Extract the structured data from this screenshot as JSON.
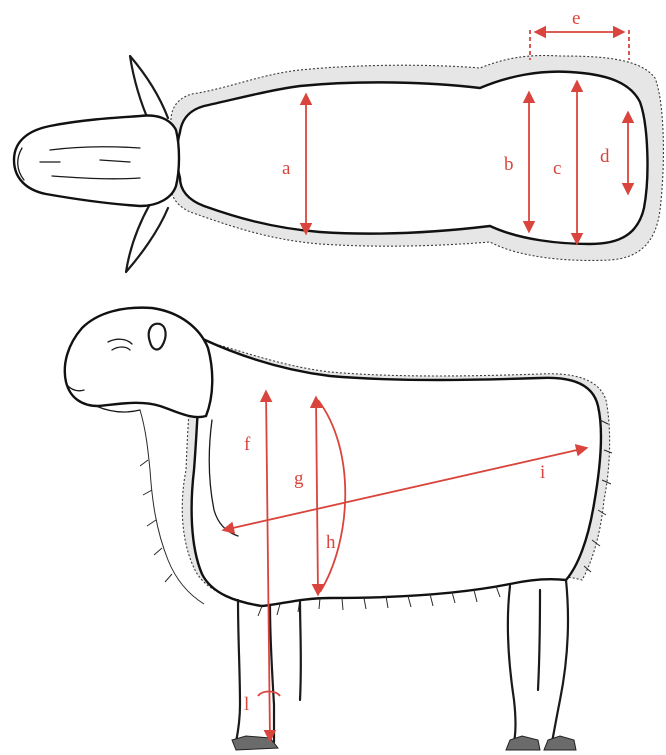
{
  "figure": {
    "top_view_labels": {
      "a": "a",
      "b": "b",
      "c": "c",
      "d": "d",
      "e": "e"
    },
    "side_view_labels": {
      "f": "f",
      "g": "g",
      "h": "h",
      "i": "i",
      "l": "l"
    },
    "colors": {
      "measure": "#d9453c",
      "outline": "#1a1a1a",
      "fleece": "#e6e6e6",
      "hoof": "#6b6b6b"
    }
  }
}
